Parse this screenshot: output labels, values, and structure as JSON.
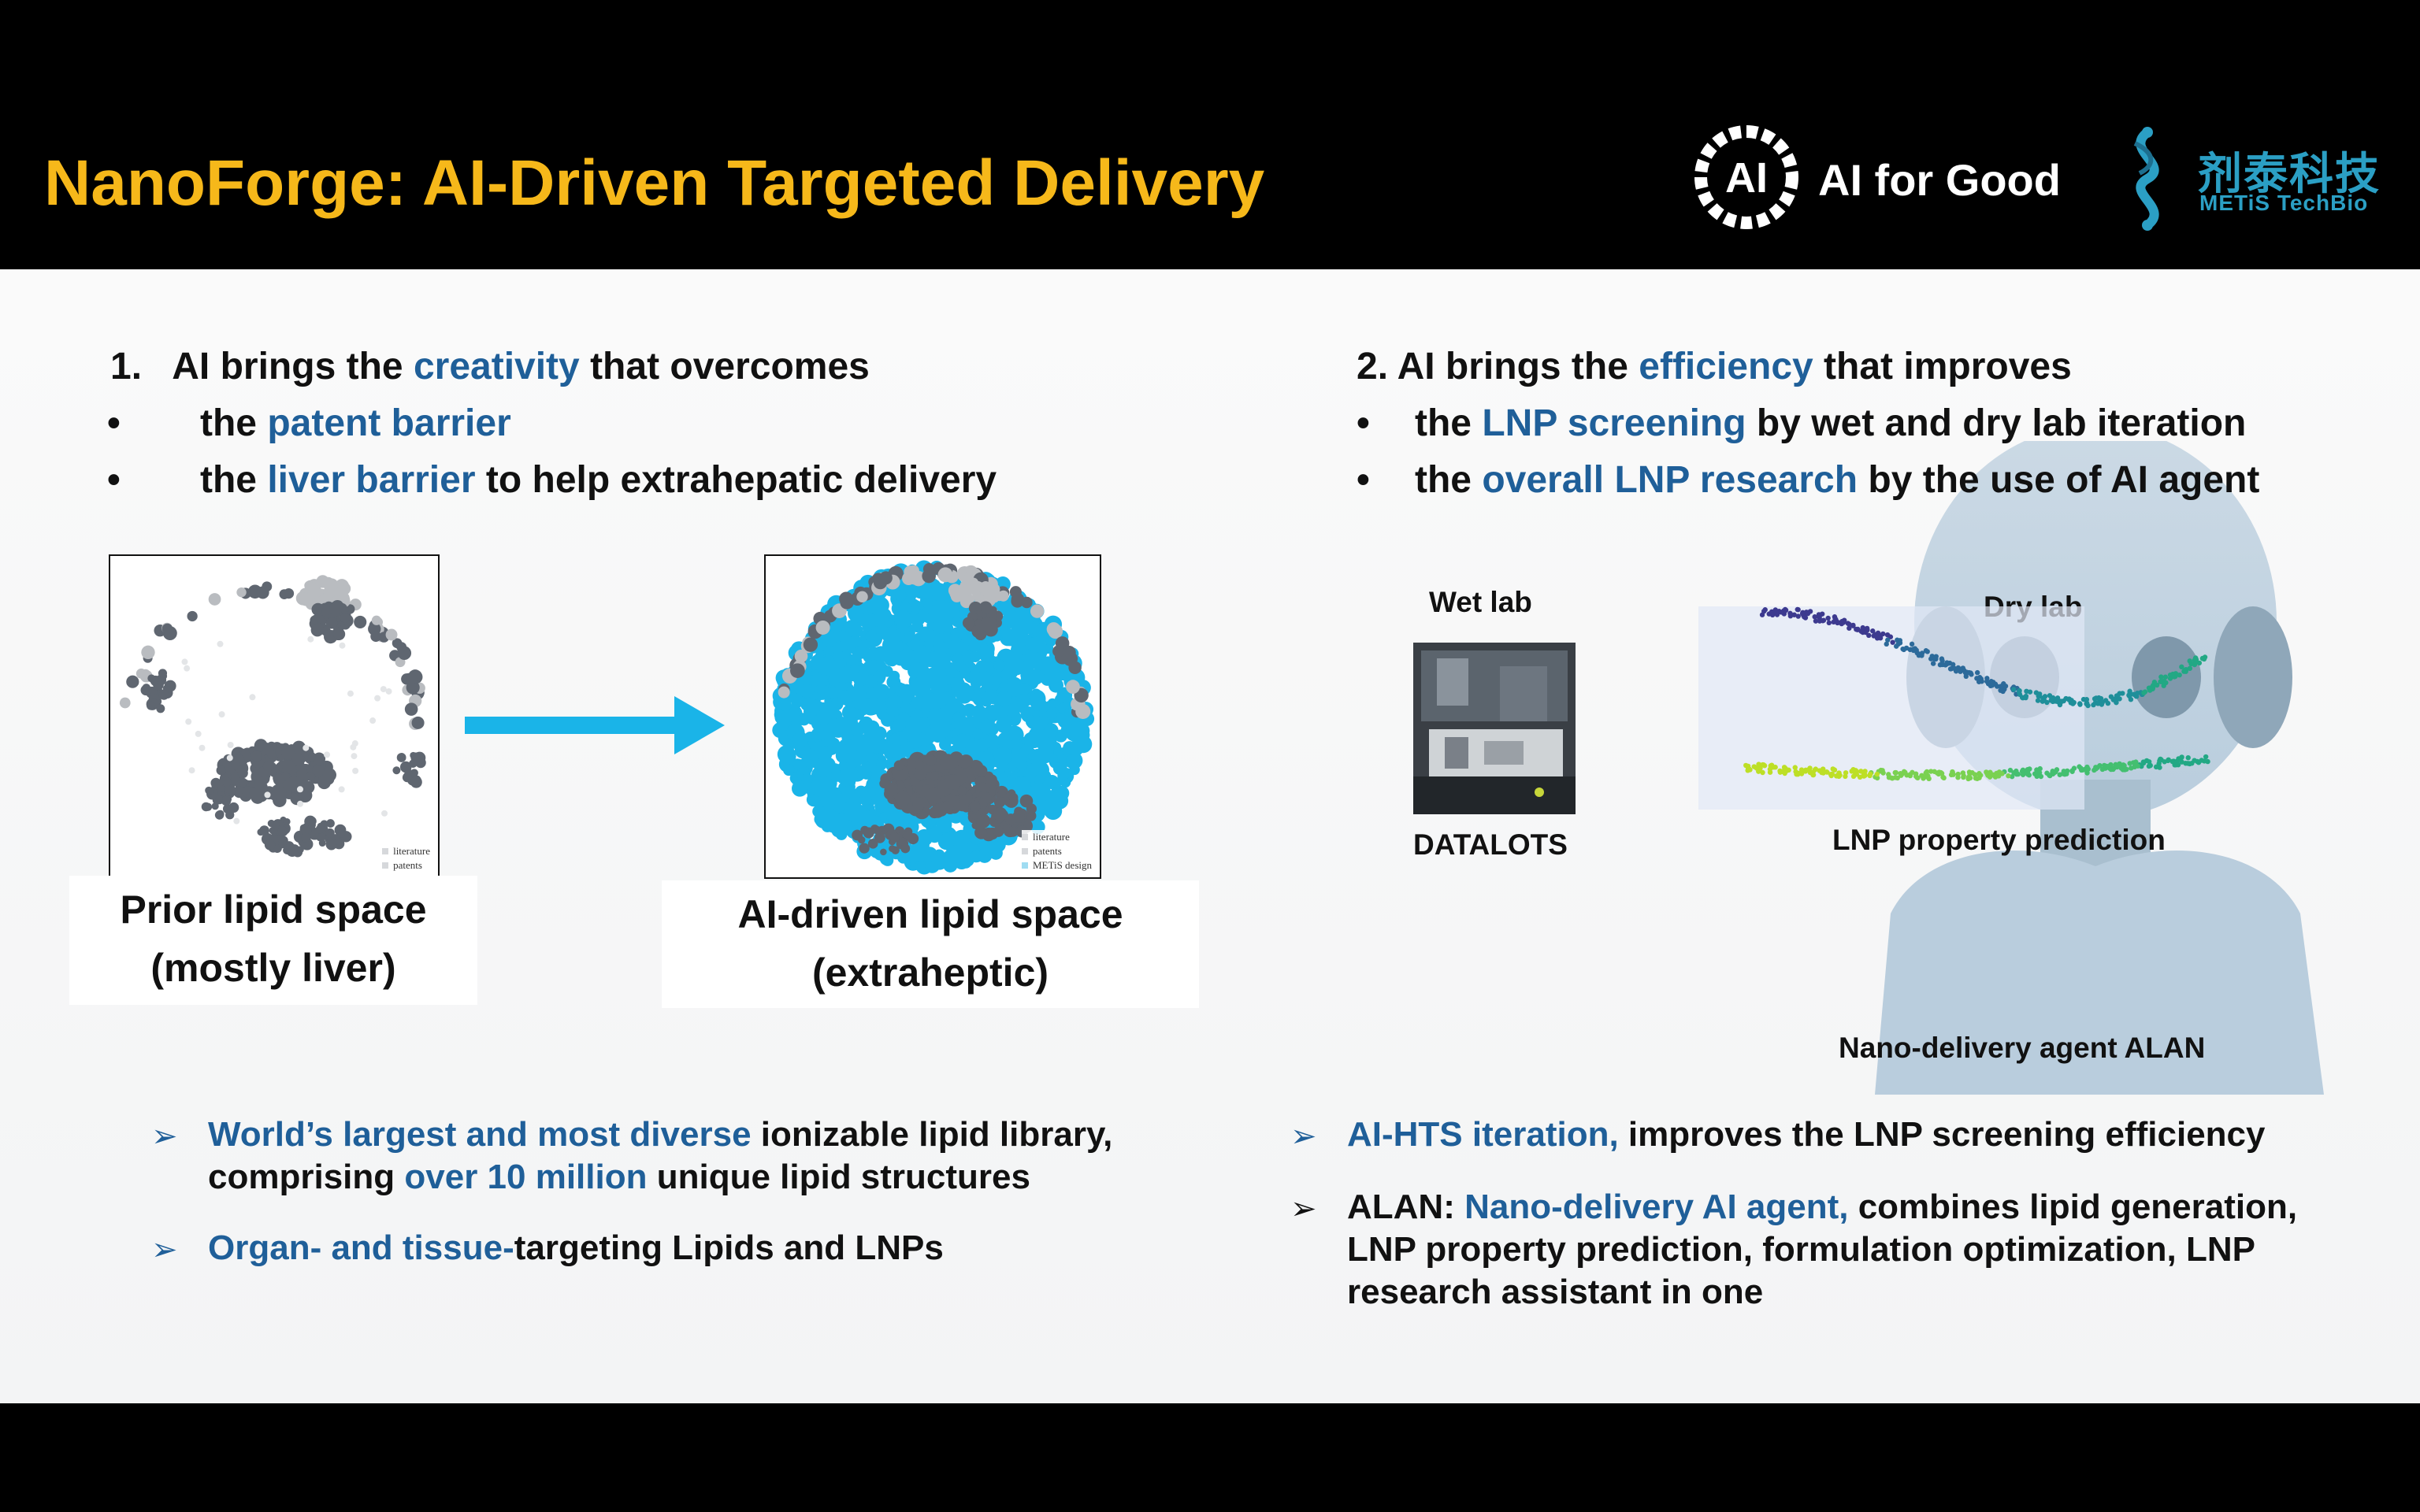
{
  "header": {
    "title": "NanoForge: AI-Driven Targeted Delivery",
    "ai_for_good": {
      "logo_mark": "AI",
      "text": "AI for Good"
    },
    "metis": {
      "cn": "剂泰科技",
      "en": "METiS TechBio"
    }
  },
  "left": {
    "h1": {
      "pre": "1.   AI brings the ",
      "hl": "creativity",
      "post": " that overcomes"
    },
    "b1": {
      "bullet": "•",
      "pre": "the ",
      "hl": "patent barrier",
      "post": ""
    },
    "b2": {
      "bullet": "•",
      "pre": "the ",
      "hl": "liver barrier",
      "post": " to help extrahepatic delivery"
    },
    "panel1": {
      "legend": [
        "literature",
        "patents"
      ],
      "caption_line1": "Prior lipid space",
      "caption_line2": "(mostly liver)"
    },
    "panel2": {
      "legend": [
        "literature",
        "patents",
        "METiS design"
      ],
      "caption_line1": "AI-driven lipid space",
      "caption_line2": "(extraheptic)"
    },
    "bullets": [
      {
        "hl": "World’s largest and most diverse",
        "post": " ionizable lipid library,",
        "line2_pre": "comprising ",
        "line2_hl": "over 10 million",
        "line2_post": " unique lipid structures"
      },
      {
        "hl": "Organ- and tissue-",
        "post": "targeting Lipids and LNPs"
      }
    ]
  },
  "right": {
    "h1": {
      "pre": "2. AI brings the ",
      "hl": "efficiency",
      "post": " that improves"
    },
    "b1": {
      "bullet": "•",
      "pre": "the ",
      "hl": "LNP screening",
      "post": " by wet and dry lab iteration"
    },
    "b2": {
      "bullet": "•",
      "pre": "the ",
      "hl": "overall LNP research",
      "post": " by the use of AI agent"
    },
    "wet_lab": "Wet lab",
    "datalots": "DATALOTS",
    "dry_lab": "Dry lab",
    "lnp_pred": "LNP property prediction",
    "agent": "Nano-delivery agent ALAN",
    "bullets": [
      {
        "pre": "",
        "hl": "AI-HTS iteration,",
        "post": " improves the LNP screening efficiency"
      },
      {
        "pre": "ALAN: ",
        "hl": "Nano-delivery AI agent,",
        "post": " combines lipid generation,",
        "line2": "LNP property prediction, formulation optimization, LNP",
        "line3": "research assistant in one"
      }
    ]
  },
  "colors": {
    "title": "#f6b81a",
    "highlight": "#1f5f99",
    "cyan": "#1ab4e8",
    "gray_dots": "#5f6670",
    "light_dots": "#b9bcc0"
  },
  "icons": {
    "bullet_arrow": "arrow-bullet-icon",
    "big_arrow": "right-arrow-icon"
  }
}
